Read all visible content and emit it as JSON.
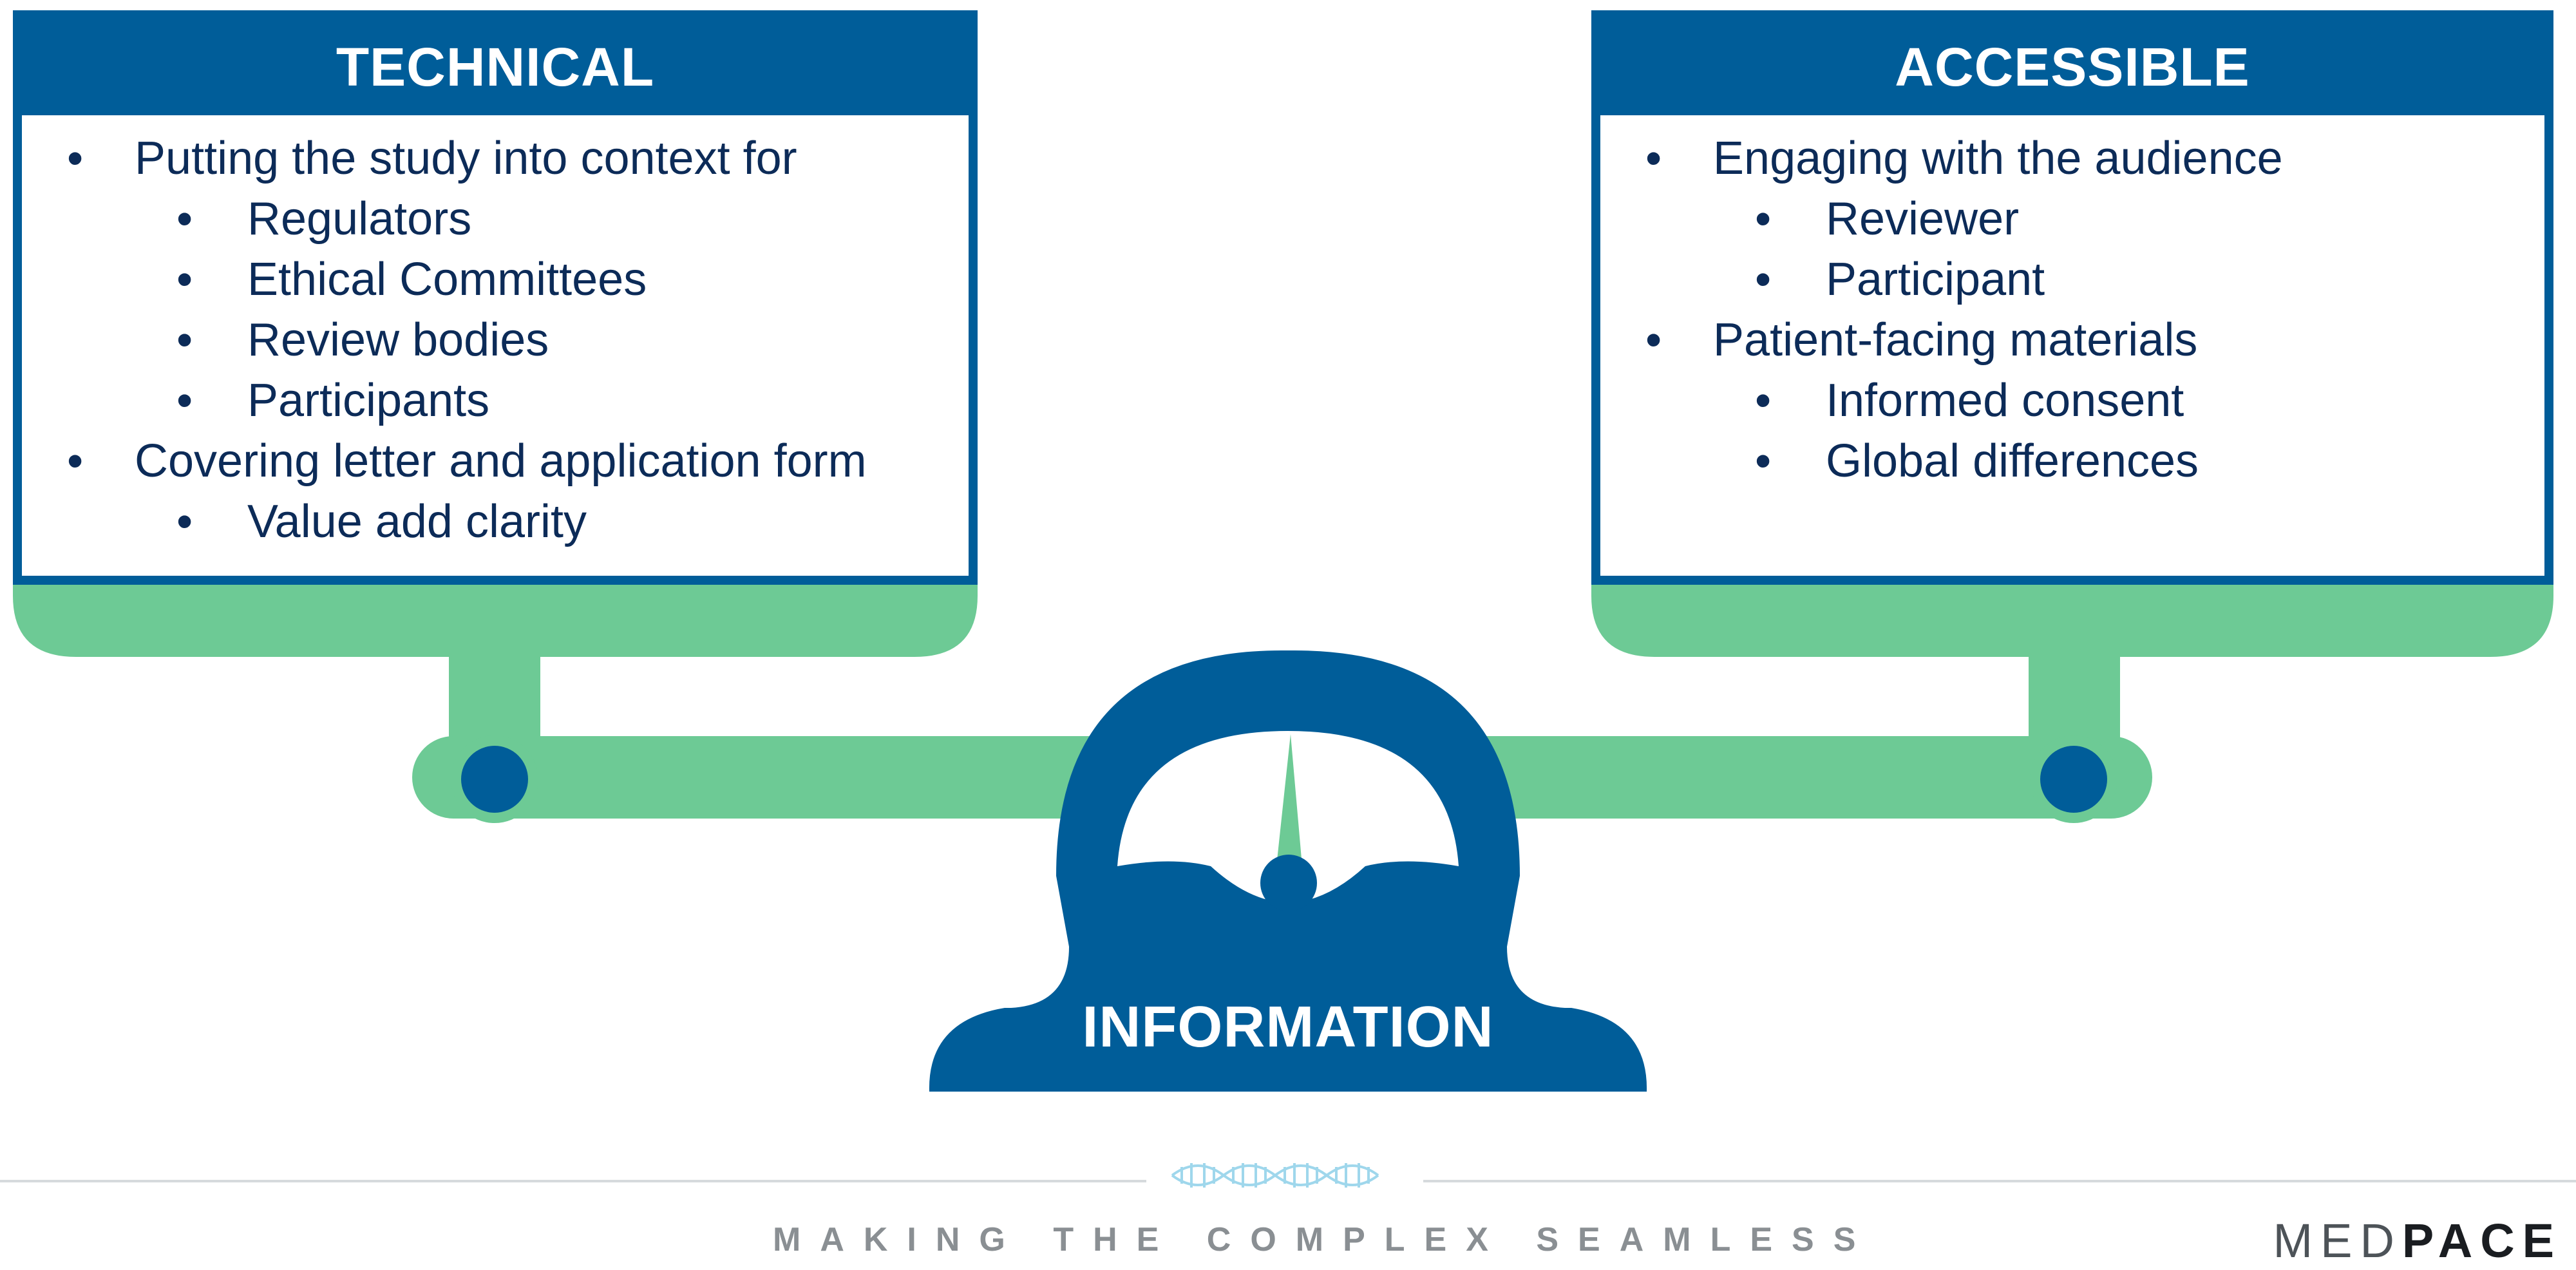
{
  "left_panel": {
    "title": "TECHNICAL",
    "items": [
      {
        "text": "Putting the study into context for",
        "level": 1
      },
      {
        "text": "Regulators",
        "level": 2
      },
      {
        "text": "Ethical Committees",
        "level": 2
      },
      {
        "text": "Review bodies",
        "level": 2
      },
      {
        "text": "Participants",
        "level": 2
      },
      {
        "text": "Covering letter and application form",
        "level": 1
      },
      {
        "text": "Value add clarity",
        "level": 2
      }
    ]
  },
  "right_panel": {
    "title": "ACCESSIBLE",
    "items": [
      {
        "text": "Engaging with the audience",
        "level": 1
      },
      {
        "text": "Reviewer",
        "level": 2
      },
      {
        "text": "Participant",
        "level": 2
      },
      {
        "text": "Patient-facing materials",
        "level": 1
      },
      {
        "text": "Informed consent",
        "level": 2
      },
      {
        "text": "Global differences",
        "level": 2
      }
    ]
  },
  "scale": {
    "label": "INFORMATION",
    "icon": "balance-scale-icon",
    "colors": {
      "primary_blue": "#005d99",
      "accent_green": "#6dca95"
    }
  },
  "footer": {
    "tagline": "MAKING THE COMPLEX SEAMLESS",
    "logo_light": "MED",
    "logo_bold": "PACE",
    "dna_icon": "dna-helix-icon"
  }
}
